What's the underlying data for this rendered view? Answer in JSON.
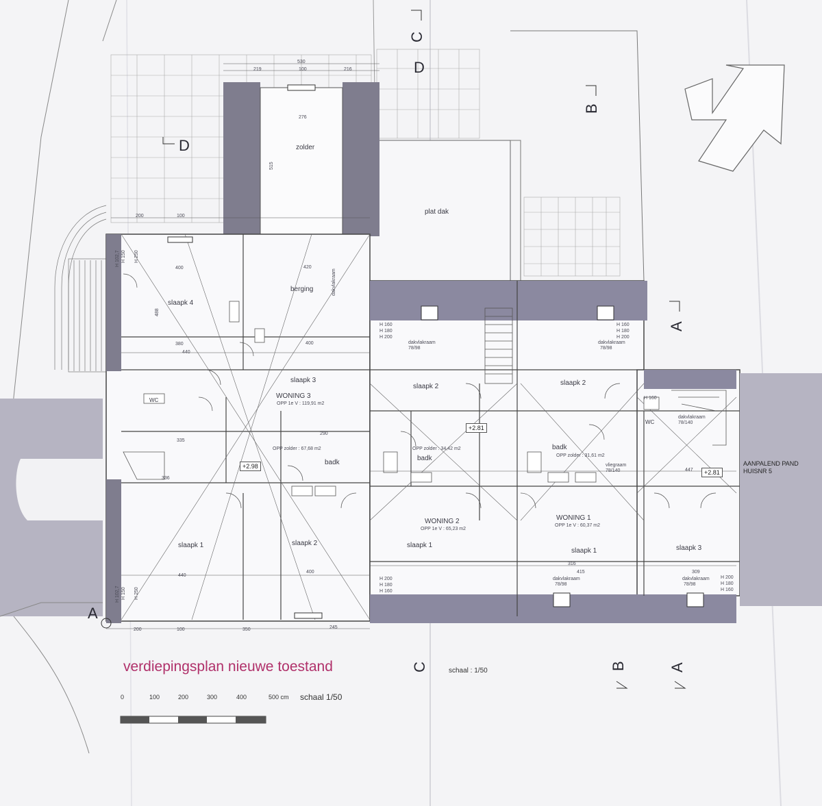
{
  "title": "verdiepingsplan nieuwe toestand",
  "scale_text": "schaal : 1/50",
  "scale_bar_label": "schaal 1/50",
  "scale_ticks": [
    "0",
    "100",
    "200",
    "300",
    "400",
    "500 cm"
  ],
  "neighbour": {
    "line1": "AANPALEND PAND",
    "line2": "HUISNR 5"
  },
  "section_marks": {
    "a": "A",
    "b": "B",
    "c": "C",
    "d": "D"
  },
  "rooms": {
    "zolder": "zolder",
    "plat_dak": "plat dak",
    "berging": "berging",
    "w3_slaapk4": "slaapk 4",
    "w3_slaapk3": "slaapk 3",
    "w3_slaapk1": "slaapk 1",
    "w3_slaapk2": "slaapk 2",
    "w3_badk": "badk",
    "w3_wc": "WC",
    "w2_slaapk2": "slaapk 2",
    "w2_badk": "badk",
    "w2_slaapk1": "slaapk 1",
    "w1_slaapk2": "slaapk 2",
    "w1_badk": "badk",
    "w1_slaapk1": "slaapk 1",
    "w1_slaapk3": "slaapk 3",
    "w1_wc": "WC"
  },
  "units": {
    "w3_name": "WONING 3",
    "w3_area": "OPP 1e V : 119,91 m2",
    "w3_zolder": "OPP zolder : 67,68 m2",
    "w2_name": "WONING 2",
    "w2_area": "OPP 1e V : 65,23 m2",
    "w2_zolder": "OPP zolder : 34,42 m2",
    "w1_name": "WONING 1",
    "w1_area": "OPP 1e V : 60,37 m2",
    "w1_zolder": "OPP zolder : 31,61 m2"
  },
  "levels": {
    "w3": "+2.98",
    "w2": "+2.81",
    "w1": "+2.81"
  },
  "windows": {
    "dakvlakraam": "dakvlakraam",
    "size_78_98": "78/98",
    "size_78_140": "78/140",
    "vliegraam": "vliegraam"
  },
  "dims": {
    "top_total": "530",
    "top_left": "219",
    "top_mid": "100",
    "top_right": "216",
    "zolder_w": "276",
    "zolder_h": "515",
    "d_200": "200",
    "d_100": "100",
    "d_400": "400",
    "d_420": "420",
    "d_440": "440",
    "d_380": "380",
    "d_335": "335",
    "d_290": "290",
    "d_350": "350",
    "d_245": "245",
    "d_488": "488",
    "d_336": "336",
    "d_415": "415",
    "d_447": "447",
    "d_316": "316",
    "d_309": "309",
    "h_160": "H 160",
    "h_180": "H 180",
    "h_200": "H 200",
    "h_102": "H 102,7",
    "h_150": "H 150",
    "h_250": "H 250"
  }
}
